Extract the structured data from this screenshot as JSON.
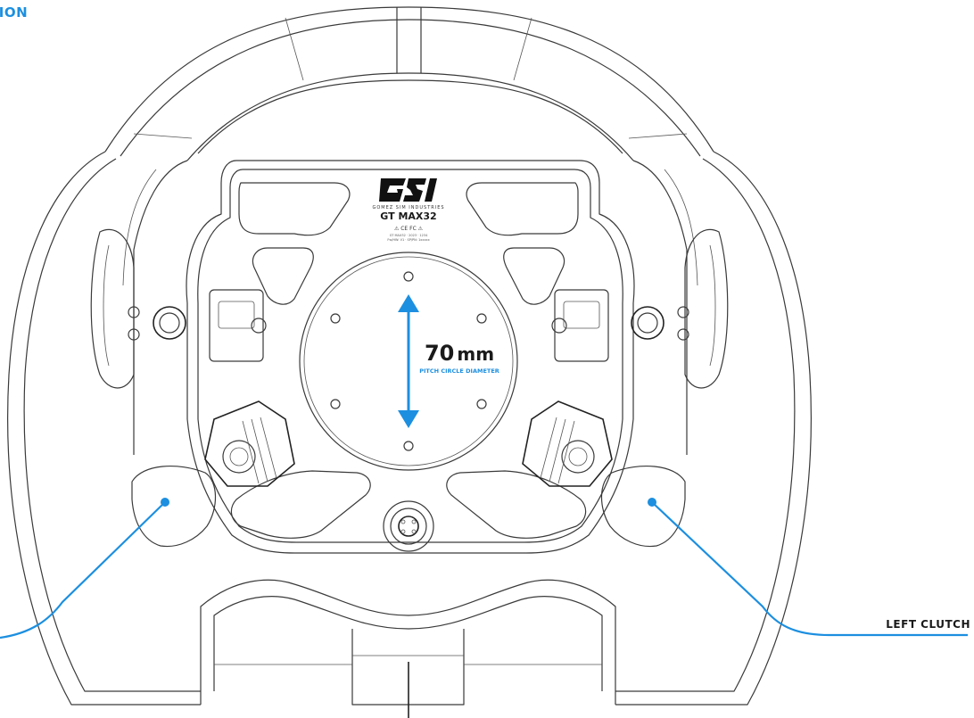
{
  "header": {
    "text": "TION"
  },
  "hub": {
    "brand_logo": "GSI",
    "company": "GOMEZ SIM INDUSTRIES",
    "model": "GT MAX32",
    "compliance_marks": "⚠ CE FC ⚠",
    "fine_print_1": "GT MAX32 · 2023 · 1234",
    "fine_print_2": "Fw/HW: V1 · SP/PN: 1xxxxx"
  },
  "dimension": {
    "value": "70",
    "unit": "mm",
    "caption": "PITCH CIRCLE DIAMETER"
  },
  "callouts": {
    "left_clutch": "LEFT CLUTCH"
  },
  "colors": {
    "accent": "#1c8fe0",
    "line": "#3a3a3a",
    "text": "#1a1a1a"
  },
  "icons": [
    "arrow-up-icon",
    "arrow-down-icon",
    "callout-dot-icon",
    "connector-icon",
    "gsi-logo-icon"
  ]
}
